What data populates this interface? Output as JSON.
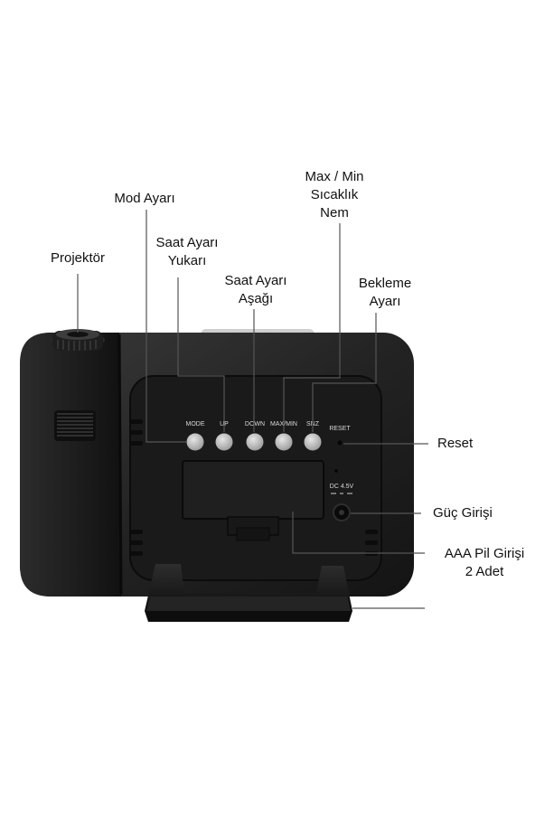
{
  "annotations": {
    "projector": "Projektör",
    "mode_setting": "Mod Ayarı",
    "time_up_line1": "Saat Ayarı",
    "time_up_line2": "Yukarı",
    "time_down_line1": "Saat Ayarı",
    "time_down_line2": "Aşağı",
    "maxmin_line1": "Max / Min",
    "maxmin_line2": "Sıcaklık",
    "maxmin_line3": "Nem",
    "snooze_line1": "Bekleme",
    "snooze_line2": "Ayarı",
    "reset": "Reset",
    "power_input": "Güç Girişi",
    "battery_line1": "AAA Pil Girişi",
    "battery_line2": "2 Adet"
  },
  "device_labels": {
    "mode": "MODE",
    "up": "UP",
    "down": "DOWN",
    "maxmin": "MAX/MIN",
    "snz": "SNZ",
    "reset": "RESET",
    "dc": "DC 4.5V"
  },
  "colors": {
    "body": "#222222",
    "body_dark": "#151515",
    "button": "#bdbdbd",
    "leader_line": "#444444"
  }
}
